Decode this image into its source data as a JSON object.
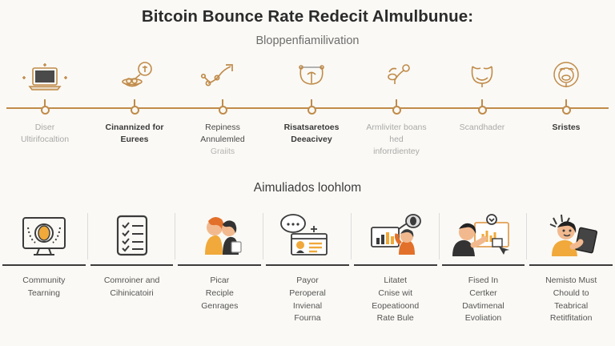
{
  "header": {
    "title": "Bitcoin Bounce Rate Redecit Almulbunue:",
    "subtitle": "Bloppenfiamilivation"
  },
  "mid_heading": "Aimuliados loohlom",
  "colors": {
    "background": "#faf9f5",
    "timeline_accent": "#c08b4a",
    "rule_dark": "#3b3b3b",
    "title_text": "#2b2b2b",
    "muted_text": "#a9a9a9"
  },
  "timeline": {
    "axis_color": "#c08b4a",
    "items": [
      {
        "icon": "laptop-sparkle-icon",
        "label_lines": [
          "Diser",
          "Ultirifocaltion"
        ],
        "emphasis": "dim"
      },
      {
        "icon": "basket-coins-icon",
        "label_lines": [
          "Cinannized for",
          "Eurees"
        ],
        "emphasis": "dark"
      },
      {
        "icon": "growth-arrow-icon",
        "label_lines": [
          "Repiness",
          "Annulemled",
          "Graiits"
        ],
        "emphasis": "mid"
      },
      {
        "icon": "scale-balance-icon",
        "label_lines": [
          "Risatsaretoes",
          "Deeacivey"
        ],
        "emphasis": "dark"
      },
      {
        "icon": "person-cheer-icon",
        "label_lines": [
          "Armliviter boans",
          "hed",
          "inforrdientey"
        ],
        "emphasis": "dim"
      },
      {
        "icon": "cup-trophy-icon",
        "label_lines": [
          "Scandhader"
        ],
        "emphasis": "dim"
      },
      {
        "icon": "celebration-icon",
        "label_lines": [
          "Sristes"
        ],
        "emphasis": "dark"
      }
    ]
  },
  "cards": [
    {
      "icon": "monitor-bitcoin-icon",
      "label_lines": [
        "Community",
        "Tearning"
      ]
    },
    {
      "icon": "checklist-icon",
      "label_lines": [
        "Comroiner and",
        "Cihinicatoiri"
      ]
    },
    {
      "icon": "two-people-icon",
      "label_lines": [
        "Picar",
        "Reciple",
        "Genrages"
      ]
    },
    {
      "icon": "chat-profile-icon",
      "label_lines": [
        "Payor",
        "Peroperal",
        "Invienal",
        "Fourna"
      ]
    },
    {
      "icon": "person-chart-icon",
      "label_lines": [
        "Litatet",
        "Cnise wit",
        "Eopeatioond",
        "Rate Bule"
      ]
    },
    {
      "icon": "person-presenting-icon",
      "label_lines": [
        "Fised In",
        "Certker",
        "Davtimenal",
        "Evoliation"
      ]
    },
    {
      "icon": "person-tablet-icon",
      "label_lines": [
        "Nemisto Must",
        "Chould to",
        "Teabrical",
        "Retitfitation"
      ]
    }
  ]
}
